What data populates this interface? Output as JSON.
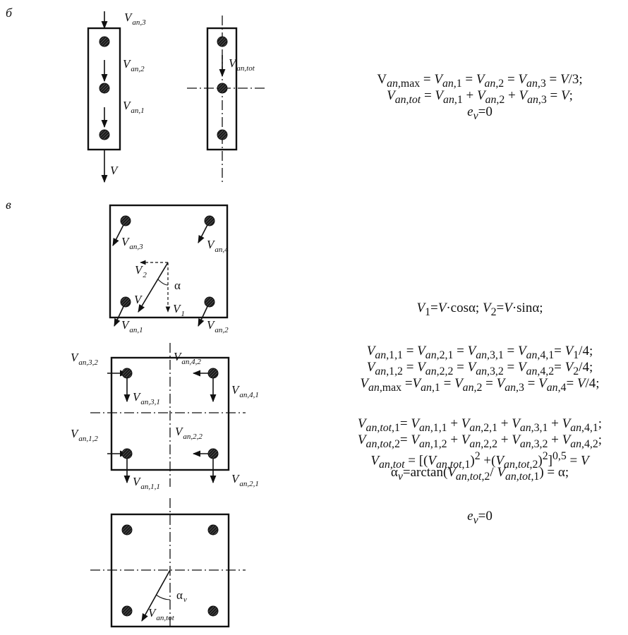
{
  "section_b": {
    "letter": "б",
    "labels": {
      "van3": "V",
      "van3_sub": "an,3",
      "van2": "V",
      "van2_sub": "an,2",
      "van1": "V",
      "van1_sub": "an,1",
      "v": "V",
      "vantot": "V",
      "vantot_sub": "an,tot"
    },
    "equations": [
      "V<sub><i>an</i>,max</sub> = <i>V</i><sub><i>an</i>,1</sub> = <i>V</i><sub><i>an</i>,2</sub> = <i>V</i><sub><i>an</i>,3</sub> = <i>V</i>/3;",
      "<i>V</i><sub><i>an</i>,<i>tot</i></sub> = <i>V</i><sub><i>an</i>,1</sub> + <i>V</i><sub><i>an</i>,2</sub> + <i>V</i><sub><i>an</i>,3</sub> = <i>V</i>;",
      "<i>e</i><sub><i>v</i></sub>=0"
    ]
  },
  "section_v": {
    "letter": "в",
    "top_labels": {
      "van3": "V",
      "van3_sub": "an,3",
      "van4": "V",
      "van4_sub": "an,4",
      "v2": "V",
      "v2_sub": "2",
      "alpha": "α",
      "v": "V",
      "v1": "V",
      "v1_sub": "1",
      "van1": "V",
      "van1_sub": "an,1",
      "van2": "V",
      "van2_sub": "an,2"
    },
    "mid_labels": {
      "van32": "V",
      "van32_sub": "an,3,2",
      "van42": "V",
      "van42_sub": "an,4,2",
      "van31": "V",
      "van31_sub": "an,3,1",
      "van41": "V",
      "van41_sub": "an,4,1",
      "van12": "V",
      "van12_sub": "an,1,2",
      "van22": "V",
      "van22_sub": "an,2,2",
      "van11": "V",
      "van11_sub": "an,1,1",
      "van21": "V",
      "van21_sub": "an,2,1"
    },
    "bottom_labels": {
      "alphav": "α",
      "alphav_sub": "v",
      "vantot": "V",
      "vantot_sub": "an,tot"
    },
    "equation_v1v2": "<i>V</i><sub>1</sub>=<i>V</i>·cosα; <i>V</i><sub>2</sub>=<i>V</i>·sinα;",
    "equations_group1": [
      "<i>V</i><sub><i>an</i>,1,1</sub> = <i>V</i><sub><i>an</i>,2,1</sub> = <i>V</i><sub><i>an</i>,3,1</sub> = <i>V</i><sub><i>an</i>,4,1</sub>= <i>V</i><sub>1</sub>/4;",
      "<i>V</i><sub><i>an</i>,1,2</sub> = <i>V</i><sub><i>an</i>,2,2</sub> = <i>V</i><sub><i>an</i>,3,2</sub> = <i>V</i><sub><i>an</i>,4,2</sub>= <i>V</i><sub>2</sub>/4;",
      "<i>V</i><sub><i>an</i>,max</sub> =<i>V</i><sub><i>an</i>,1</sub> = <i>V</i><sub><i>an</i>,2</sub> = <i>V</i><sub><i>an</i>,3</sub> = <i>V</i><sub><i>an</i>,4</sub>= <i>V</i>/4;"
    ],
    "equations_group2": [
      "<i>V</i><sub><i>an</i>,<i>tot</i>,1</sub>= <i>V</i><sub><i>an</i>,1,1</sub> + <i>V</i><sub><i>an</i>,2,1</sub> + <i>V</i><sub><i>an</i>,3,1</sub> + <i>V</i><sub><i>an</i>,4,1</sub>;",
      "<i>V</i><sub><i>an</i>,<i>tot</i>,2</sub>= <i>V</i><sub><i>an</i>,1,2</sub> + <i>V</i><sub><i>an</i>,2,2</sub> + <i>V</i><sub><i>an</i>,3,2</sub> + <i>V</i><sub><i>an</i>,4,2</sub>;",
      "<i>V</i><sub><i>an</i>,<i>tot</i></sub> = [(<i>V</i><sub><i>an</i>,<i>tot</i>,1</sub>)<sup>2</sup> +(<i>V</i><sub><i>an</i>,<i>tot</i>,2</sub>)<sup>2</sup>]<sup>0,5</sup> = <i>V</i>",
      "α<sub><i>v</i></sub>=arctan(<i>V</i><sub><i>an</i>,<i>tot</i>,2</sub>/ <i>V</i><sub><i>an</i>,<i>tot</i>,1</sub>) = α;"
    ],
    "equation_ev": "<i>e</i><sub><i>v</i></sub>=0"
  }
}
